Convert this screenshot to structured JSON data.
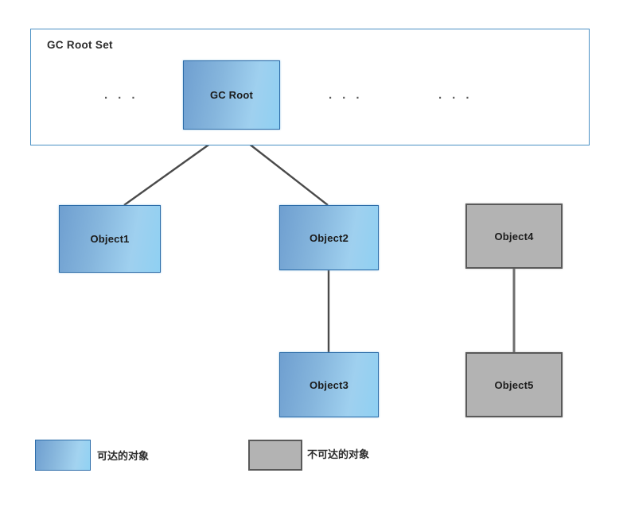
{
  "diagram": {
    "title": "GC Root Set",
    "ellipsis": {
      "left": "· · ·",
      "mid": "· · ·",
      "right": "· · ·"
    },
    "nodes": {
      "gc_root": "GC Root",
      "object1": "Object1",
      "object2": "Object2",
      "object3": "Object3",
      "object4": "Object4",
      "object5": "Object5"
    },
    "legend": [
      {
        "label": "可达的对象",
        "swatch": "blue"
      },
      {
        "label": "不可达的对象",
        "swatch": "gray"
      }
    ],
    "colors": {
      "reachable_fill_dark": "#6f9fd0",
      "reachable_fill_light": "#8fd0f2",
      "reachable_border": "#2c6ca8",
      "unreachable_fill": "#b3b3b3",
      "unreachable_border": "#595959",
      "container_border": "#4a90c4",
      "edge_dark": "#4a4a4a",
      "edge_gray": "#6e6e6e",
      "background": "#ffffff"
    }
  }
}
